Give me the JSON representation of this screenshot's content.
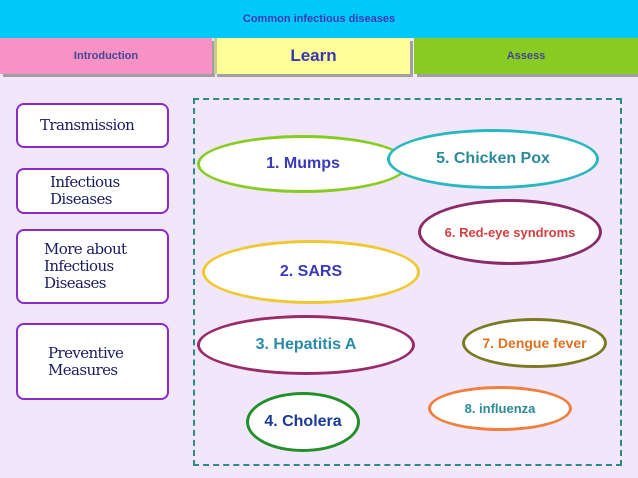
{
  "header": {
    "title": "Common infectious diseases"
  },
  "tabs": {
    "introduction": "Introduction",
    "learn": "Learn",
    "assess": "Assess"
  },
  "sidebar": {
    "items": [
      {
        "label": "Transmission"
      },
      {
        "label": "Infectious\nDiseases"
      },
      {
        "label": "More about\nInfectious\nDiseases"
      },
      {
        "label": "Preventive\nMeasures"
      }
    ]
  },
  "diseases": {
    "d1": "1. Mumps",
    "d2": "2. SARS",
    "d3": "3. Hepatitis A",
    "d4": "4. Cholera",
    "d5": "5. Chicken Pox",
    "d6": "6. Red-eye syndroms",
    "d7": "7. Dengue fever",
    "d8": "8. influenza"
  },
  "colors": {
    "title_bar": "#00c8f8",
    "tab_intro": "#f892c4",
    "tab_learn": "#ffff9a",
    "tab_assess": "#88cc22",
    "background": "#f2e6fa",
    "sidebar_border": "#8a2ac8",
    "dash_border": "#2a8a8a"
  }
}
